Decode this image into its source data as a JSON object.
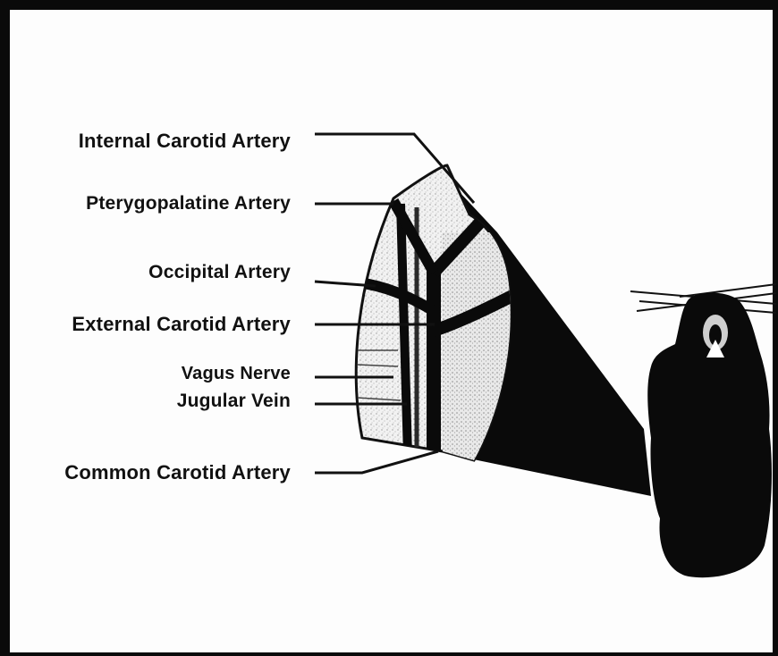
{
  "diagram": {
    "labels": {
      "internal_carotid": "Internal Carotid Artery",
      "pterygopalatine": "Pterygopalatine Artery",
      "occipital": "Occipital Artery",
      "external_carotid": "External Carotid Artery",
      "vagus": "Vagus Nerve",
      "jugular": "Jugular Vein",
      "common_carotid": "Common Carotid Artery"
    }
  }
}
